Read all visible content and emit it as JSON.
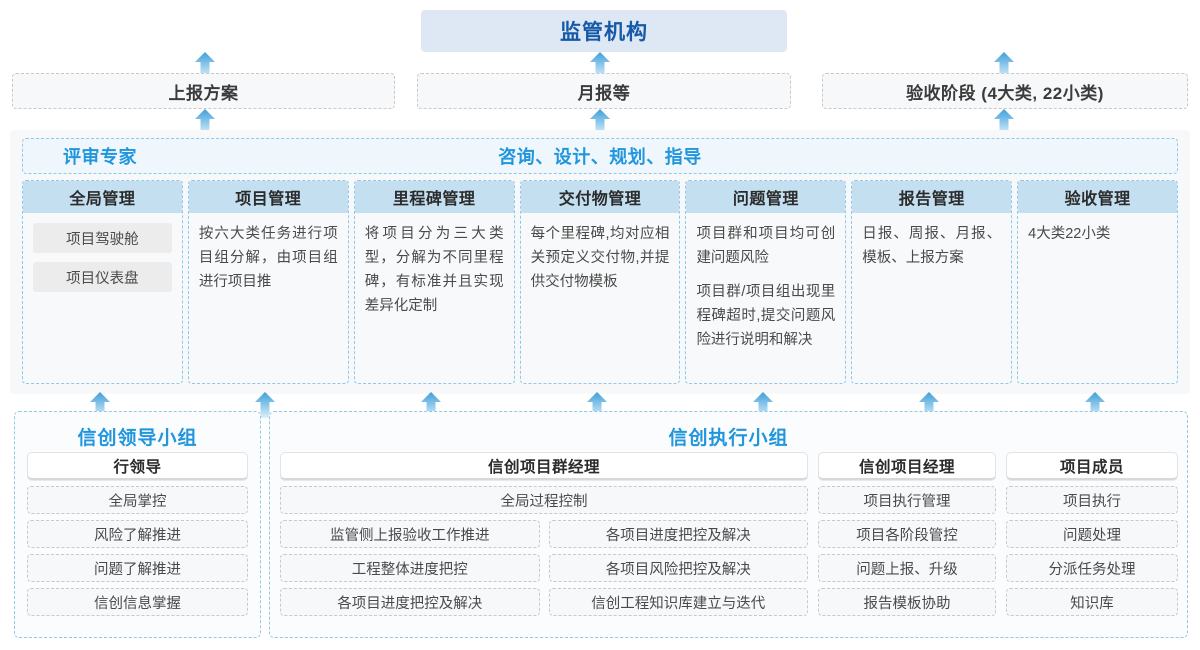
{
  "top": {
    "title": "监管机构",
    "title_bg": "#dee8f4",
    "title_color": "#1559a8"
  },
  "reports": [
    {
      "label": "上报方案"
    },
    {
      "label": "月报等"
    },
    {
      "label": "验收阶段 (4大类, 22小类)"
    }
  ],
  "middle": {
    "left_label": "评审专家",
    "center_label": "咨询、设计、规划、指导",
    "accent_color": "#2196dd",
    "header_bg": "#eff7fd",
    "col_head_bg": "#c4dff0",
    "columns": [
      {
        "title": "全局管理",
        "chips": [
          "项目驾驶舱",
          "项目仪表盘"
        ],
        "paras": []
      },
      {
        "title": "项目管理",
        "chips": [],
        "paras": [
          "按六大类任务进行项目组分解，由项目组进行项目推"
        ]
      },
      {
        "title": "里程碑管理",
        "chips": [],
        "paras": [
          "将项目分为三大类型，分解为不同里程碑，有标准并且实现差异化定制"
        ]
      },
      {
        "title": "交付物管理",
        "chips": [],
        "paras": [
          "每个里程碑,均对应相关预定义交付物,并提供交付物模板"
        ]
      },
      {
        "title": "问题管理",
        "chips": [],
        "paras": [
          "项目群和项目均可创建问题风险",
          "项目群/项目组出现里程碑超时,提交问题风险进行说明和解决"
        ]
      },
      {
        "title": "报告管理",
        "chips": [],
        "paras": [
          "日报、周报、月报、模板、上报方案"
        ]
      },
      {
        "title": "验收管理",
        "chips": [],
        "paras": [
          "4大类22小类"
        ]
      }
    ]
  },
  "bottom": {
    "left_group": {
      "title": "信创领导小组",
      "panel_head": "行领导",
      "cells": [
        "全局掌控",
        "风险了解推进",
        "问题了解推进",
        "信创信息掌握"
      ]
    },
    "right_group": {
      "title": "信创执行小组",
      "pg_manager": {
        "head": "信创项目群经理",
        "full_cell": "全局过程控制",
        "left_cells": [
          "监管侧上报验收工作推进",
          "工程整体进度把控",
          "各项目进度把控及解决"
        ],
        "right_cells": [
          "各项目进度把控及解决",
          "各项目风险把控及解决",
          "信创工程知识库建立与迭代"
        ]
      },
      "project_manager": {
        "head": "信创项目经理",
        "cells": [
          "项目执行管理",
          "项目各阶段管控",
          "问题上报、升级",
          "报告模板协助"
        ]
      },
      "member": {
        "head": "项目成员",
        "cells": [
          "项目执行",
          "问题处理",
          "分派任务处理",
          "知识库"
        ]
      }
    }
  },
  "arrows": {
    "icon": "arrow-up-icon",
    "gradient_top": "#3f9fd9",
    "gradient_bottom": "#dcf0fb",
    "top_row_x": [
      205,
      600,
      1004
    ],
    "mid_row_x": [
      100,
      265,
      430,
      595,
      760,
      925,
      1090
    ]
  }
}
